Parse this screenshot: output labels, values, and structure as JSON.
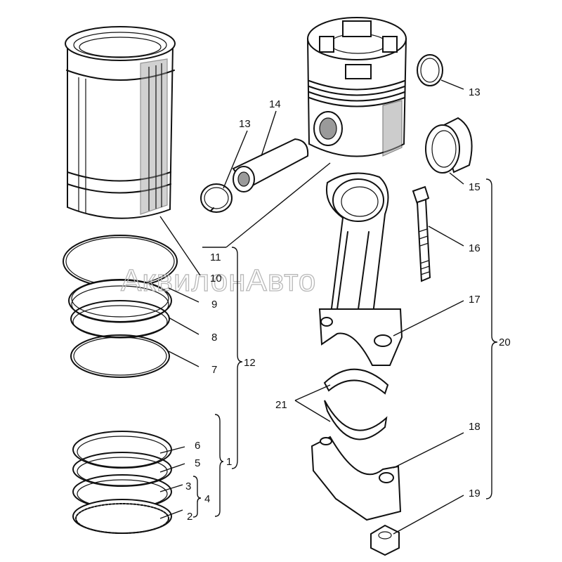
{
  "watermark": "АквилонАвто",
  "callouts": {
    "c1": "1",
    "c2": "2",
    "c3": "3",
    "c4": "4",
    "c5": "5",
    "c6": "6",
    "c7": "7",
    "c8": "8",
    "c9": "9",
    "c10": "10",
    "c11": "11",
    "c12": "12",
    "c13a": "13",
    "c13b": "13",
    "c14": "14",
    "c15": "15",
    "c16": "16",
    "c17": "17",
    "c18": "18",
    "c19": "19",
    "c20": "20",
    "c21": "21"
  }
}
